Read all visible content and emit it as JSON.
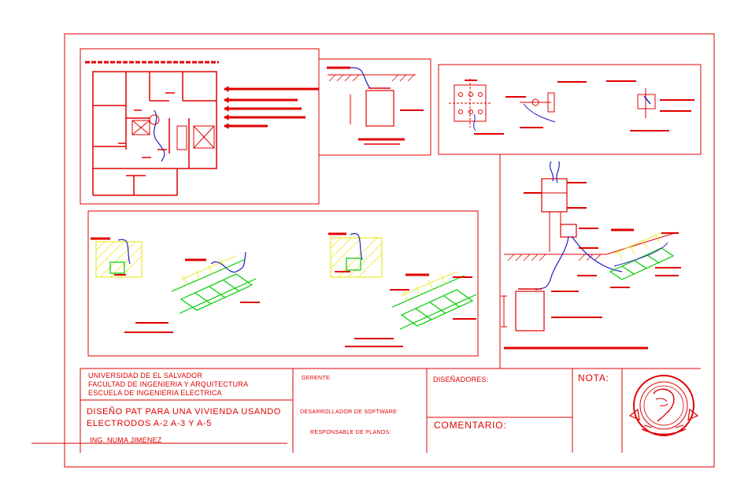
{
  "title_block": {
    "university_line1": "UNIVERSIDAD DE EL SALVADOR",
    "university_line2": "FACULTAD DE INGENIERIA Y ARQUITECTURA",
    "university_line3": "ESCUELA DE INGENIERIA ELECTRICA",
    "project_line1": "DISEÑO PAT PARA UNA VIVIENDA USANDO",
    "project_line2": "ELECTRODOS A-2 A-3 Y A-5",
    "engineer": "ING. NUMA JIMENEZ",
    "gerente_label": "GERENTE:",
    "developer_label": "DESARROLLADOR DE SOFTWARE",
    "responsable_label": "RESPONSABLE DE PLANOS:",
    "disenadores_label": "DISEÑADORES:",
    "comentario_label": "COMENTARIO:",
    "nota_label": "NOTA:"
  },
  "colors": {
    "border": "#e00000",
    "ground_wire": "#2020c0",
    "electrode_mesh": "#00cc00",
    "soil_hatch": "#e6e600",
    "background": "#ffffff"
  },
  "icons": [
    "university-seal-icon"
  ]
}
